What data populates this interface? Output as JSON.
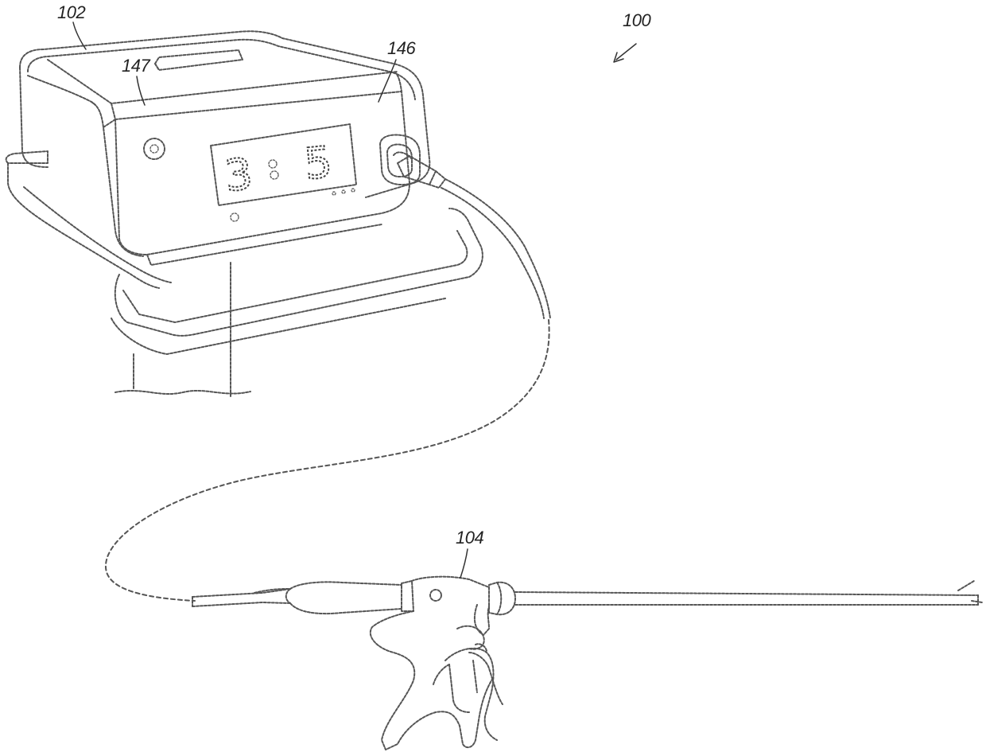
{
  "figure": {
    "labels": {
      "system": "100",
      "generator": "102",
      "instrument": "104",
      "front_panel": "146",
      "top_panel": "147"
    },
    "display": {
      "left_value": "3",
      "right_value": "5"
    },
    "colors": {
      "line": "#555555",
      "background": "#ffffff"
    }
  }
}
